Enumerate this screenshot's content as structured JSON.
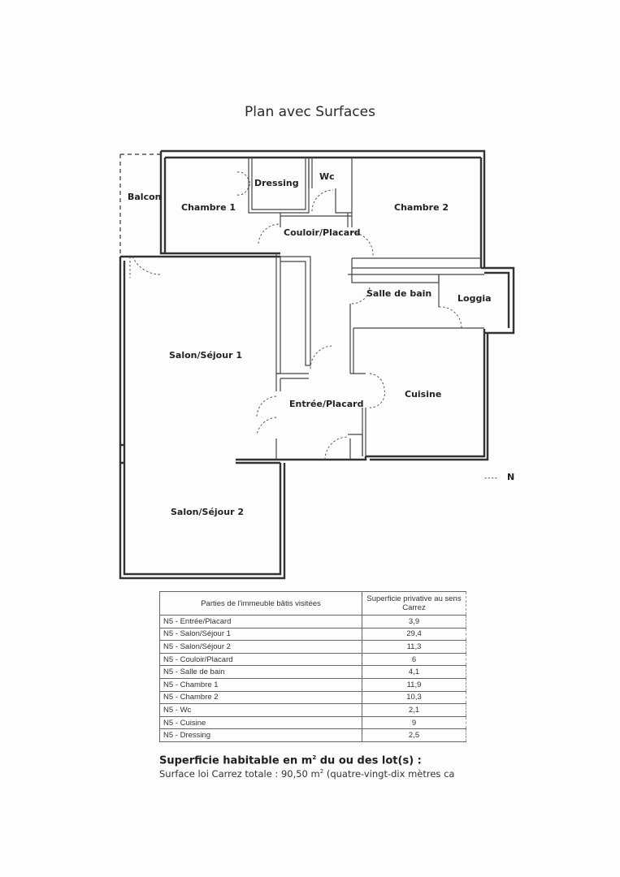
{
  "title": "Plan avec Surfaces",
  "plan": {
    "rooms": {
      "balcon": "Balcon",
      "chambre1": "Chambre 1",
      "dressing": "Dressing",
      "wc": "Wc",
      "chambre2": "Chambre 2",
      "couloir": "Couloir/Placard",
      "salle_de_bain": "Salle de bain",
      "loggia": "Loggia",
      "salon1": "Salon/Séjour 1",
      "cuisine": "Cuisine",
      "entree": "Entrée/Placard",
      "salon2": "Salon/Séjour 2"
    },
    "north_dashes": "----",
    "north_label": "N"
  },
  "table": {
    "header_part": "Parties de l'immeuble bâtis visitées",
    "header_area": "Superficie privative au sens Carrez",
    "rows": [
      {
        "part": "N5 - Entrée/Placard",
        "area": "3,9"
      },
      {
        "part": "N5 - Salon/Séjour 1",
        "area": "29,4"
      },
      {
        "part": "N5 - Salon/Séjour 2",
        "area": "11,3"
      },
      {
        "part": "N5 - Couloir/Placard",
        "area": "6"
      },
      {
        "part": "N5 - Salle de bain",
        "area": "4,1"
      },
      {
        "part": "N5 - Chambre 1",
        "area": "11,9"
      },
      {
        "part": "N5 - Chambre 2",
        "area": "10,3"
      },
      {
        "part": "N5 - Wc",
        "area": "2,1"
      },
      {
        "part": "N5 - Cuisine",
        "area": "9"
      },
      {
        "part": "N5 - Dressing",
        "area": "2,5"
      }
    ]
  },
  "summary": {
    "title_prefix": "Superficie habitable en m",
    "title_sup": "2",
    "title_suffix": " du ou des lot(s) :",
    "text_prefix": "Surface loi Carrez totale : 90,50 m",
    "text_sup": "2",
    "text_suffix": " (quatre-vingt-dix mètres ca"
  }
}
